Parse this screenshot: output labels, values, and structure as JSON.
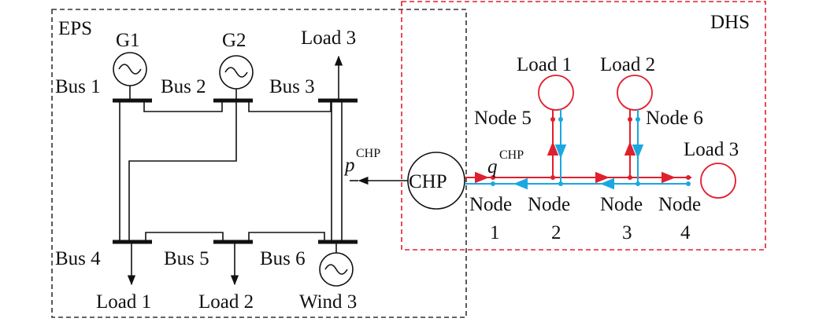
{
  "eps": {
    "title": "EPS",
    "generators": [
      "G1",
      "G2"
    ],
    "buses": [
      "Bus 1",
      "Bus 2",
      "Bus 3",
      "Bus 4",
      "Bus 5",
      "Bus 6"
    ],
    "loads": [
      "Load 1",
      "Load 2",
      "Load 3"
    ],
    "wind": "Wind 3",
    "power_symbol": "p",
    "power_sup": "CHP"
  },
  "chp": {
    "label": "CHP"
  },
  "dhs": {
    "title": "DHS",
    "loads": [
      "Load 1",
      "Load 2",
      "Load 3"
    ],
    "branch_nodes": [
      "Node 5",
      "Node 6"
    ],
    "node_word": "Node",
    "node_numbers": [
      "1",
      "2",
      "3",
      "4"
    ],
    "heat_symbol": "q",
    "heat_sup": "CHP"
  },
  "colors": {
    "supply": "#e0202e",
    "return": "#19a8e0",
    "eps_border": "#333333",
    "dhs_border": "#e0202e"
  }
}
